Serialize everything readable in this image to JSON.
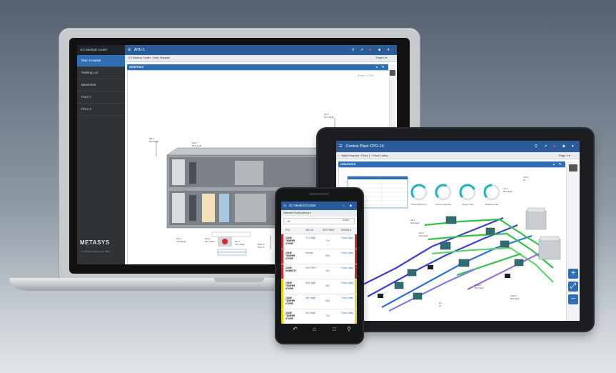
{
  "laptop": {
    "sidebar_header": "JCI Medical Center",
    "sidebar_items": [
      "Main Hospital",
      "Parking Lot",
      "Basement",
      "Floor 1",
      "Floor 2"
    ],
    "logo": "METASYS",
    "logo_sub": "© Johnson Controls, Inc. 2017",
    "title": "AHU-1",
    "breadcrumb": [
      "JCI Medical Center",
      "Main Hospital"
    ],
    "page_label": "Page 1 ▾",
    "panel_title": "GRAPHICS",
    "zoom_text": "Zoom: 175%"
  },
  "tablet": {
    "title": "Central Plant CPG-10",
    "breadcrumb": [
      "Main Hospital",
      "Floor 1",
      "Food Lobby"
    ],
    "page_label": "Page 1 ▾",
    "panel_title": "GRAPHICS",
    "gauges": [
      {
        "label": "Chiller Efficiency",
        "value": 0.7
      },
      {
        "label": "Current Capacity",
        "value": 0.6
      },
      {
        "label": "Target Load",
        "value": 0.75
      },
      {
        "label": "Building Load",
        "value": 0.5
      }
    ],
    "buttons": [
      "+",
      "⤢",
      "−"
    ]
  },
  "phone": {
    "title": "JCI Medical Center",
    "subtitle": "Selected Points (items) ▾",
    "search_placeholder": "⌕  All",
    "filter_label": "Active",
    "columns": [
      "POI",
      "VALUE",
      "SETPOINT",
      "MODULE"
    ],
    "rows": [
      {
        "name": "ZONE TEMPER ATURE",
        "value": "70.1 degF",
        "setpoint": "70.0",
        "module": "Food Lobby",
        "flag": "#d8282c"
      },
      {
        "name": "ZONE TEMPER ATURE",
        "value": "Normal",
        "setpoint": "69.0",
        "module": "Food Lobby",
        "flag": "#d8282c"
      },
      {
        "name": "ZONE HUMIDITY",
        "value": "40.0 %RH",
        "setpoint": "45.0",
        "module": "Food Lobby",
        "flag": "#d8282c"
      },
      {
        "name": "ZONE TEMPER ATURE",
        "value": "65.8 degF",
        "setpoint": "68.0",
        "module": "Food Lobby",
        "flag": "#e8d200"
      },
      {
        "name": "ZONE TEMPER ATURE",
        "value": "68.0 degF",
        "setpoint": "68.0",
        "module": "Food Lobby",
        "flag": "#e8d200"
      },
      {
        "name": "ZONE TEMPER ATURE",
        "value": "69.4 degF",
        "setpoint": "70.0",
        "module": "Food Lobby",
        "flag": "#e8d200"
      }
    ]
  },
  "colors": {
    "brand_blue": "#2b5c9a",
    "accent_blue": "#2f6db4",
    "alarm_red": "#d8282c",
    "warning_yellow": "#e8d200"
  }
}
